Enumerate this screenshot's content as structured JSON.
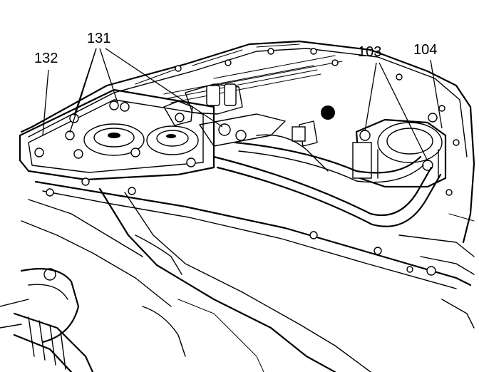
{
  "callouts": {
    "label_131": "131",
    "label_132": "132",
    "label_103": "103",
    "label_104": "104"
  },
  "colors": {
    "ink": "#000000",
    "paper": "#ffffff"
  }
}
